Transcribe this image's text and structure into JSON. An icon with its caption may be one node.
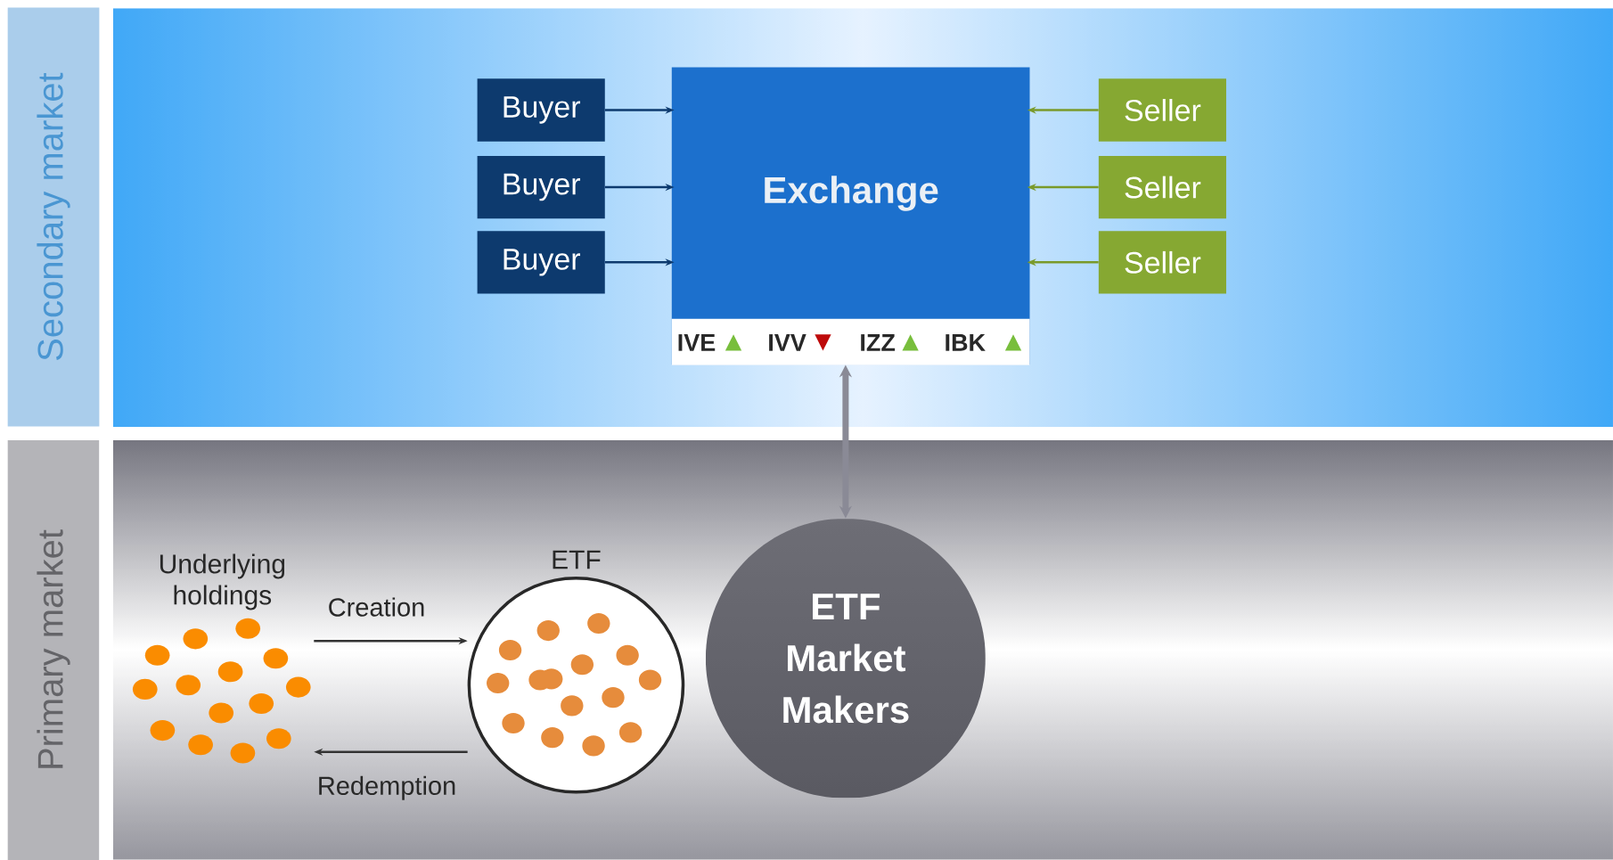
{
  "diagram": {
    "nodes": [
      {
        "text": [
          "Secondary market"
        ]
      },
      {
        "text": [
          "Buyer"
        ]
      },
      {
        "text": [
          "Buyer"
        ]
      },
      {
        "text": [
          "Buyer"
        ]
      },
      {
        "text": [
          "Exchange"
        ]
      },
      {
        "text": [
          "Seller"
        ]
      },
      {
        "text": [
          "Seller"
        ]
      },
      {
        "text": [
          "Seller"
        ]
      },
      {
        "text": [
          "Primary market"
        ]
      },
      {
        "text": [
          "Underlying holdings"
        ]
      },
      {
        "text": [
          "ETF"
        ]
      },
      {
        "text": [
          "ETF Market Makers"
        ]
      }
    ],
    "edges": [
      {
        "from": 1,
        "to": 4,
        "arrow": "to",
        "color": "#0d3a6e"
      },
      {
        "from": 2,
        "to": 4,
        "arrow": "to",
        "color": "#0d3a6e"
      },
      {
        "from": 3,
        "to": 4,
        "arrow": "to",
        "color": "#0d3a6e"
      },
      {
        "from": 5,
        "to": 4,
        "arrow": "to",
        "color": "#7a9a2a"
      },
      {
        "from": 6,
        "to": 4,
        "arrow": "to",
        "color": "#7a9a2a"
      },
      {
        "from": 7,
        "to": 4,
        "arrow": "to",
        "color": "#7a9a2a"
      },
      {
        "from": 4,
        "to": 11,
        "arrow": "both",
        "style": "thick",
        "color": "#8a8a96"
      },
      {
        "from": 9,
        "to": 10,
        "arrow": "to",
        "label": "Creation"
      },
      {
        "from": 10,
        "to": 9,
        "arrow": "to",
        "label": "Redemption"
      }
    ],
    "labels": [
      "IVE",
      "▲",
      "IVV",
      "▼",
      "IZZ",
      "▲",
      "IBK",
      "▲"
    ]
  }
}
